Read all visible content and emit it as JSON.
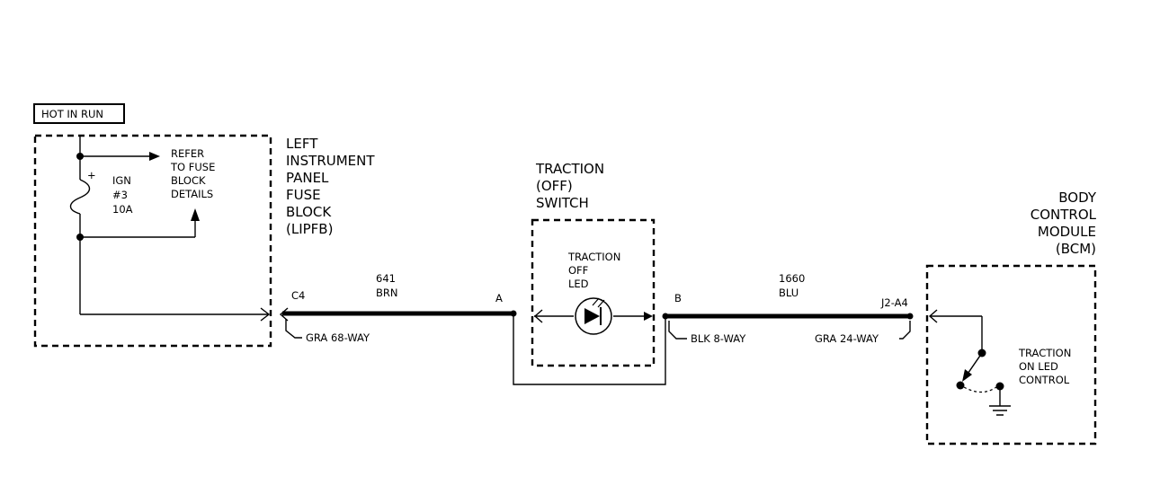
{
  "hot_in_run": "HOT IN RUN",
  "fuse_block": {
    "title_lines": [
      "LEFT",
      "INSTRUMENT",
      "PANEL",
      "FUSE",
      "BLOCK",
      "(LIPFB)"
    ],
    "fuse_plus": "+",
    "fuse_name_lines": [
      "IGN",
      "#3",
      "10A"
    ],
    "refer_lines": [
      "REFER",
      "TO FUSE",
      "BLOCK",
      "DETAILS"
    ]
  },
  "wire_1": {
    "circuit": "641",
    "color": "BRN",
    "left_pin": "C4",
    "right_pin": "A",
    "connector": "GRA 68-WAY"
  },
  "traction_switch": {
    "title_lines": [
      "TRACTION",
      "(OFF)",
      "SWITCH"
    ],
    "led_lines": [
      "TRACTION",
      "OFF",
      "LED"
    ]
  },
  "wire_2": {
    "circuit": "1660",
    "color": "BLU",
    "left_pin": "B",
    "right_pin": "J2-A4",
    "left_connector": "BLK 8-WAY",
    "right_connector": "GRA 24-WAY"
  },
  "bcm": {
    "title_lines": [
      "BODY",
      "CONTROL",
      "MODULE",
      "(BCM)"
    ],
    "control_lines": [
      "TRACTION",
      "ON LED",
      "CONTROL"
    ]
  }
}
